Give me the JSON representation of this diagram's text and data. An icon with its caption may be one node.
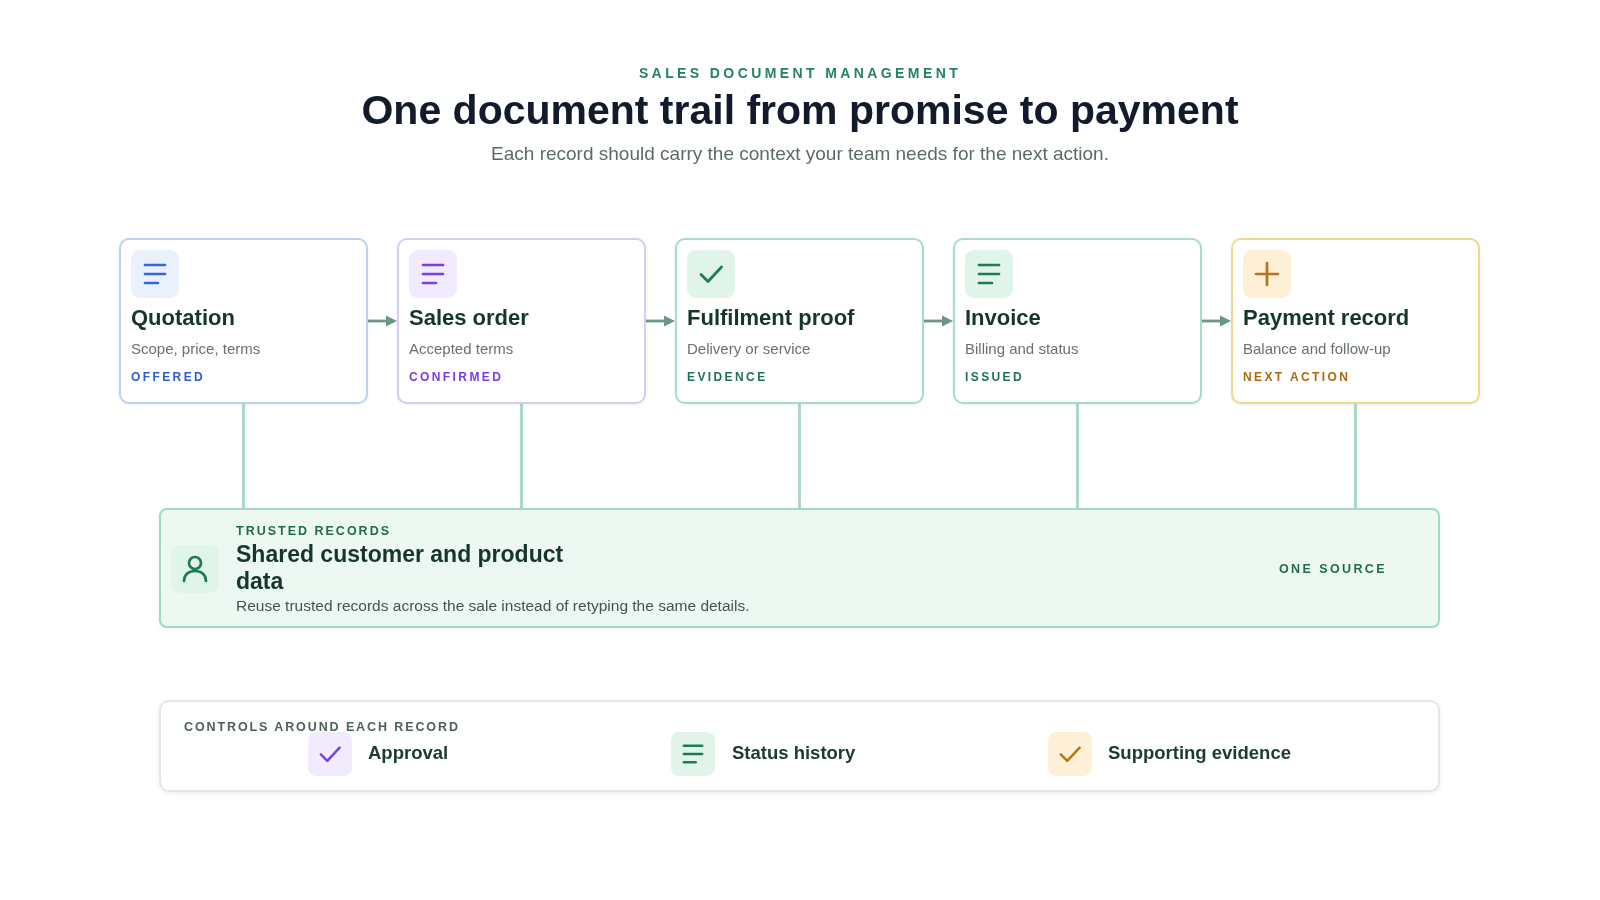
{
  "diagram": {
    "title": "One document trail from promise to payment",
    "caption": "Each record should carry the context your team needs for the next action.",
    "nodes": [
      {
        "text": [
          "Quotation",
          "Scope, price, terms",
          "OFFERED"
        ]
      },
      {
        "text": [
          "Sales order",
          "Accepted terms",
          "CONFIRMED"
        ]
      },
      {
        "text": [
          "Fulfilment proof",
          "Delivery or service",
          "EVIDENCE"
        ]
      },
      {
        "text": [
          "Invoice",
          "Billing and status",
          "ISSUED"
        ]
      },
      {
        "text": [
          "Payment record",
          "Balance and follow-up",
          "NEXT ACTION"
        ]
      },
      {
        "text": [
          "TRUSTED RECORDS",
          "Shared customer and product data",
          "Reuse trusted records across the sale instead of retyping the same details.",
          "ONE SOURCE"
        ]
      },
      {
        "text": [
          "CONTROLS AROUND EACH RECORD",
          "Approval",
          "Status history",
          "Supporting evidence"
        ]
      }
    ],
    "edges": [
      {
        "from": 0,
        "to": 1,
        "arrow": "to",
        "color": "#6b9686"
      },
      {
        "from": 1,
        "to": 2,
        "arrow": "to",
        "color": "#6b9686"
      },
      {
        "from": 2,
        "to": 3,
        "arrow": "to",
        "color": "#6b9686"
      },
      {
        "from": 3,
        "to": 4,
        "arrow": "to",
        "color": "#6b9686"
      },
      {
        "from": 0,
        "to": 5,
        "arrow": "none"
      },
      {
        "from": 1,
        "to": 5,
        "arrow": "none"
      },
      {
        "from": 2,
        "to": 5,
        "arrow": "none"
      },
      {
        "from": 3,
        "to": 5,
        "arrow": "none"
      },
      {
        "from": 4,
        "to": 5,
        "arrow": "none"
      }
    ],
    "labels": [
      "SALES DOCUMENT MANAGEMENT"
    ]
  }
}
